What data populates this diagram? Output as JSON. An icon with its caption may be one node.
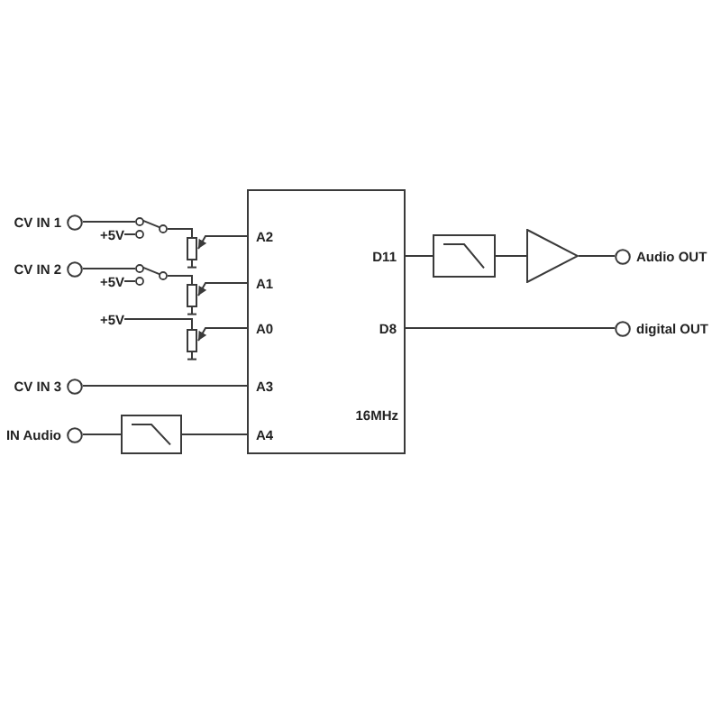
{
  "diagram": {
    "nodes": [
      {
        "text": [],
        "shape": "circle",
        "beside": [
          "CV IN 1"
        ]
      },
      {
        "text": [
          "+5V"
        ]
      },
      {
        "text": [],
        "shape": "switch"
      },
      {
        "text": [],
        "shape": "potentiometer"
      },
      {
        "text": [],
        "shape": "circle",
        "beside": [
          "CV IN 2"
        ]
      },
      {
        "text": [
          "+5V"
        ]
      },
      {
        "text": [],
        "shape": "switch"
      },
      {
        "text": [],
        "shape": "potentiometer"
      },
      {
        "text": [
          "+5V"
        ]
      },
      {
        "text": [],
        "shape": "potentiometer"
      },
      {
        "text": [],
        "shape": "circle",
        "beside": [
          "CV IN 3"
        ]
      },
      {
        "text": [],
        "shape": "circle",
        "beside": [
          "IN Audio"
        ]
      },
      {
        "text": [],
        "shape": "filter"
      },
      {
        "text": [
          "A2",
          "D11",
          "A1",
          "A0",
          "D8",
          "A3",
          "16MHz",
          "A4"
        ]
      },
      {
        "text": [],
        "shape": "filter"
      },
      {
        "text": [],
        "shape": "triangle"
      },
      {
        "text": [],
        "shape": "circle",
        "beside": [
          "Audio OUT"
        ]
      },
      {
        "text": [],
        "shape": "circle",
        "beside": [
          "digital OUT"
        ]
      }
    ],
    "edges": [
      {
        "from": 0,
        "to": 2,
        "arrow": "none"
      },
      {
        "from": 1,
        "to": 2,
        "arrow": "none"
      },
      {
        "from": 2,
        "to": 3,
        "arrow": "none"
      },
      {
        "from": 13,
        "to": 3,
        "arrow": "to"
      },
      {
        "from": 4,
        "to": 6,
        "arrow": "none"
      },
      {
        "from": 5,
        "to": 6,
        "arrow": "none"
      },
      {
        "from": 6,
        "to": 7,
        "arrow": "none"
      },
      {
        "from": 13,
        "to": 7,
        "arrow": "to"
      },
      {
        "from": 8,
        "to": 9,
        "arrow": "none"
      },
      {
        "from": 13,
        "to": 9,
        "arrow": "to"
      },
      {
        "from": 10,
        "to": 13,
        "arrow": "none"
      },
      {
        "from": 11,
        "to": 12,
        "arrow": "none"
      },
      {
        "from": 12,
        "to": 13,
        "arrow": "none"
      },
      {
        "from": 13,
        "to": 14,
        "arrow": "none"
      },
      {
        "from": 14,
        "to": 15,
        "arrow": "none"
      },
      {
        "from": 15,
        "to": 16,
        "arrow": "none"
      },
      {
        "from": 13,
        "to": 17,
        "arrow": "none"
      }
    ]
  }
}
